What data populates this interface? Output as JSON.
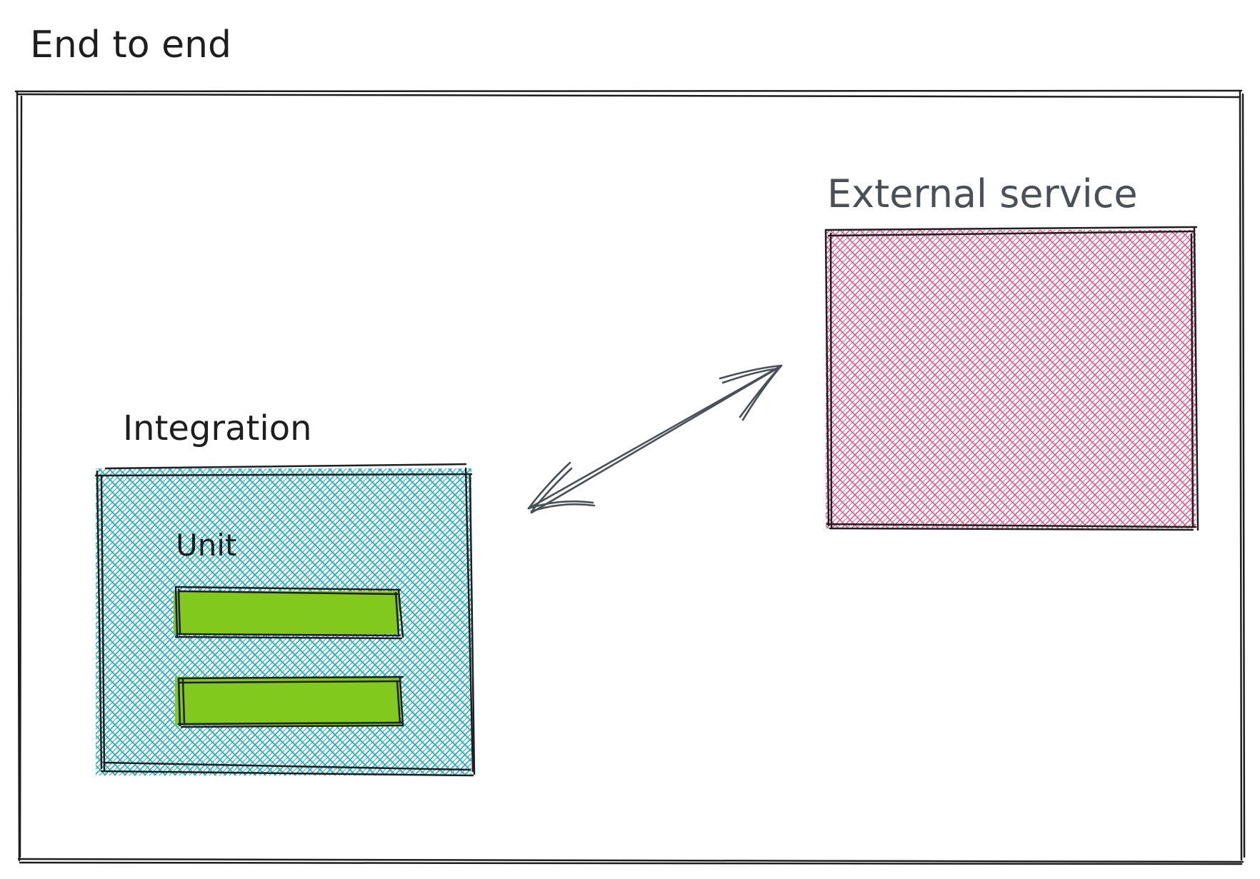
{
  "diagram": {
    "outer_label": "End to end",
    "integration_label": "Integration",
    "unit_label": "Unit",
    "external_label": "External service",
    "unit_item_count": 2,
    "arrow": "bidirectional"
  },
  "colors": {
    "stroke": "#1e1e1e",
    "integration_fill": "#15aabf",
    "external_fill": "#e64980",
    "unit_fill": "#82c91e",
    "arrow": "#495057",
    "external_text": "#495057"
  }
}
